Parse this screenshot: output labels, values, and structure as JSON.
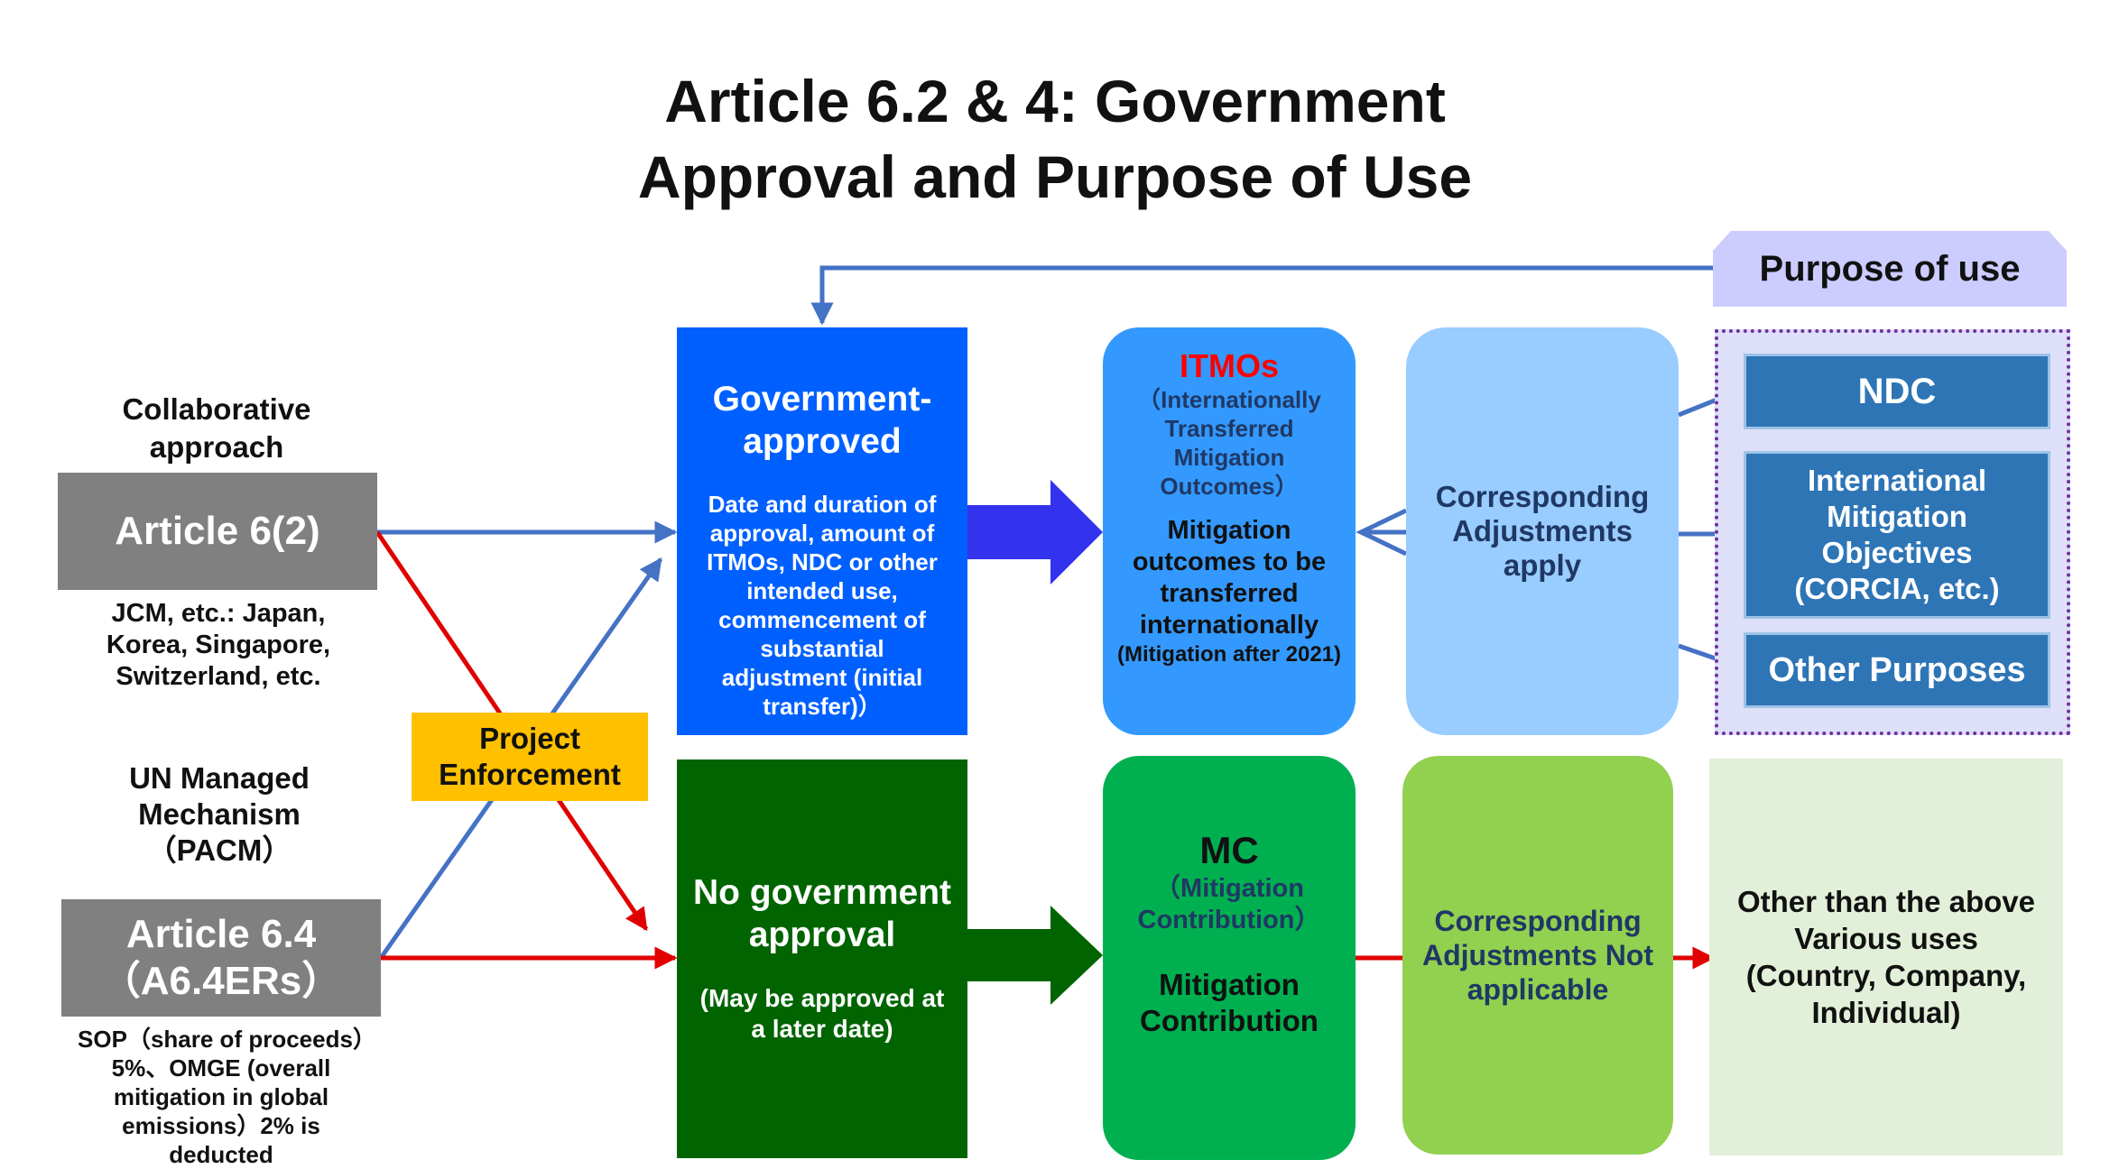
{
  "title": {
    "line1": "Article 6.2 & 4: Government",
    "line2": "Approval and Purpose of Use"
  },
  "left": {
    "collab_label": "Collaborative approach",
    "art62": "Article 6(2)",
    "art62_note": "JCM, etc.: Japan, Korea, Singapore, Switzerland, etc.",
    "un_label": "UN Managed Mechanism（PACM）",
    "art64_line1": "Article 6.4",
    "art64_line2": "（A6.4ERs）",
    "art64_note": "SOP（share of proceeds）5%、OMGE (overall mitigation in global emissions）2% is deducted",
    "project_enforcement": "Project Enforcement"
  },
  "gov_box": {
    "title": "Government-approved",
    "body": "Date and duration of approval, amount of ITMOs, NDC or other intended use, commencement of substantial adjustment (initial transfer)）"
  },
  "nogov_box": {
    "title": "No government approval",
    "body": "(May be approved at a later date)"
  },
  "itmo_box": {
    "title": "ITMOs",
    "subtitle": "（Internationally Transferred Mitigation Outcomes）",
    "body": "Mitigation outcomes to be transferred internationally",
    "note": "(Mitigation after 2021)"
  },
  "ca_box": {
    "text": "Corresponding Adjustments apply"
  },
  "mc_box": {
    "title": "MC",
    "subtitle": "（Mitigation Contribution）",
    "body": "Mitigation Contribution"
  },
  "cana_box": {
    "text": "Corresponding Adjustments Not applicable"
  },
  "purpose": {
    "header": "Purpose of use",
    "items": [
      "NDC",
      "International Mitigation Objectives (CORCIA, etc.)",
      "Other Purposes"
    ]
  },
  "other_box": {
    "text": "Other than the above Various uses (Country, Company, Individual)"
  },
  "colors": {
    "blue_arrow": "#4472C4",
    "red_arrow": "#E00000",
    "itmo_title": "#FF0000",
    "itmo_subtitle": "#1F3864",
    "mc_subtitle": "#1F3864"
  }
}
